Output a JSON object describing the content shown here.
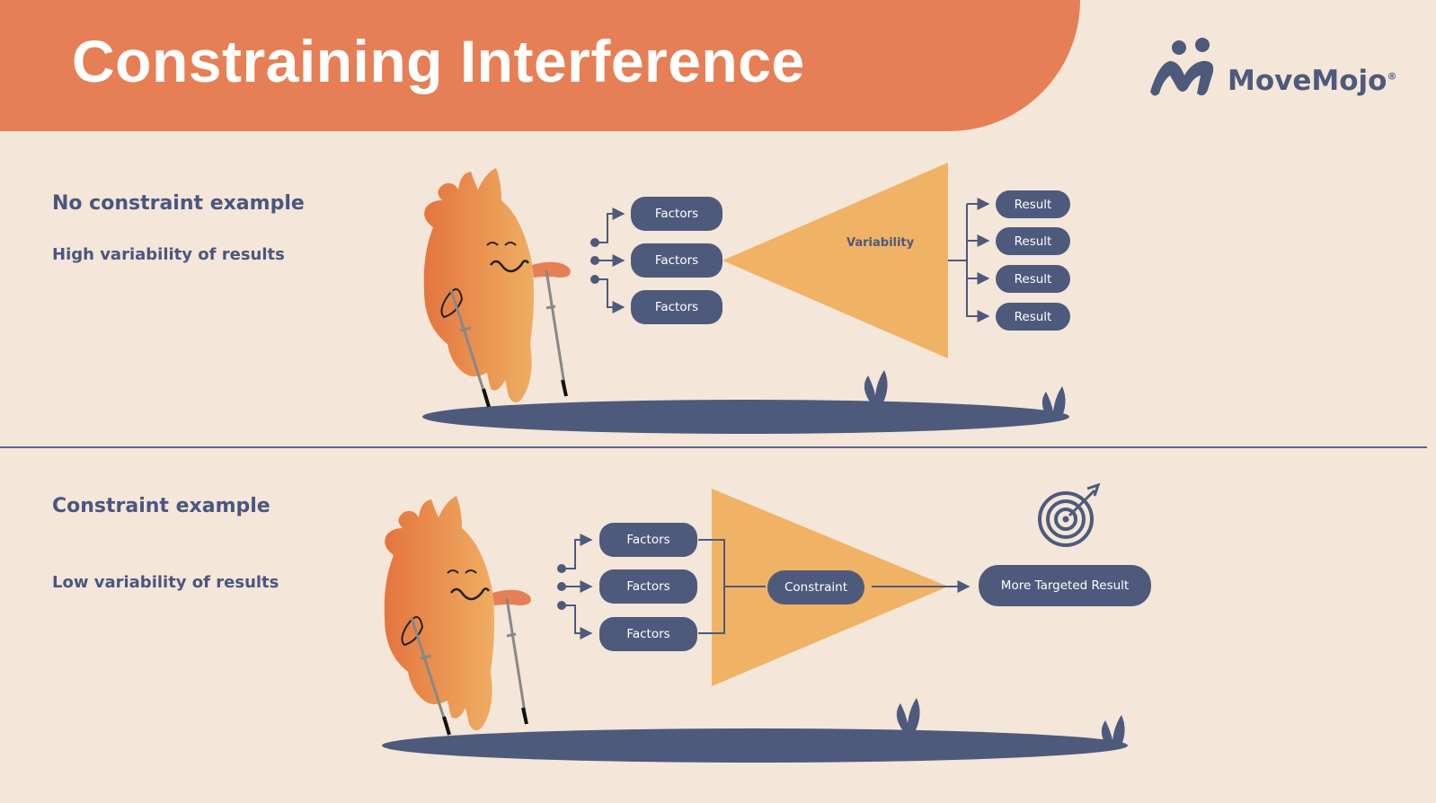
{
  "header": {
    "title": "Constraining Interference"
  },
  "brand": {
    "name": "MoveMojo",
    "registered": "®"
  },
  "colors": {
    "banner": "#e67f55",
    "background": "#f4e6d8",
    "navy": "#4d5a7c",
    "triangle": "#f0b264",
    "character_start": "#e4753f",
    "character_end": "#efae62"
  },
  "sections": {
    "no_constraint": {
      "heading": "No constraint example",
      "subheading": "High variability of results",
      "factors": [
        "Factors",
        "Factors",
        "Factors"
      ],
      "triangle_label": "Variability",
      "results": [
        "Result",
        "Result",
        "Result",
        "Result"
      ]
    },
    "constraint": {
      "heading": "Constraint example",
      "subheading": "Low variability of results",
      "factors": [
        "Factors",
        "Factors",
        "Factors"
      ],
      "constraint_label": "Constraint",
      "result": "More Targeted Result",
      "target_icon": "target-icon"
    }
  }
}
